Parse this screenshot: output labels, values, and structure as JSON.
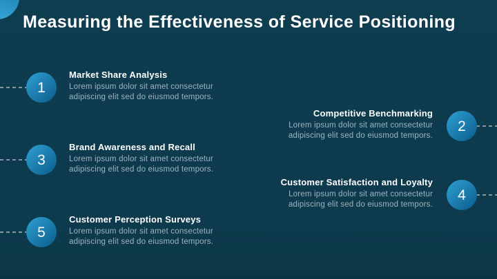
{
  "slide": {
    "title": "Measuring the Effectiveness of Service Positioning",
    "colors": {
      "bg_top": "#0e3d50",
      "bg_main": "#0d3a4c",
      "bg_bottom": "#093343",
      "accent_light": "#2fa0d3",
      "accent_dark": "#0a5c8b",
      "title_text": "#ffffff",
      "body_text": "#9fb4bf",
      "dash": "#8798a3"
    },
    "items": [
      {
        "number": "1",
        "side": "left",
        "title": "Market Share Analysis",
        "body": "Lorem ipsum dolor sit amet consectetur adipiscing elit sed do eiusmod tempors."
      },
      {
        "number": "2",
        "side": "right",
        "title": "Competitive Benchmarking",
        "body": "Lorem ipsum dolor sit amet consectetur adipiscing elit sed do eiusmod tempors."
      },
      {
        "number": "3",
        "side": "left",
        "title": "Brand Awareness and Recall",
        "body": "Lorem ipsum dolor sit amet consectetur adipiscing elit sed do eiusmod tempors."
      },
      {
        "number": "4",
        "side": "right",
        "title": "Customer Satisfaction and Loyalty",
        "body": "Lorem ipsum dolor sit amet consectetur adipiscing elit sed do eiusmod tempors."
      },
      {
        "number": "5",
        "side": "left",
        "title": "Customer Perception Surveys",
        "body": "Lorem ipsum dolor sit amet consectetur adipiscing elit sed do eiusmod tempors."
      }
    ]
  }
}
